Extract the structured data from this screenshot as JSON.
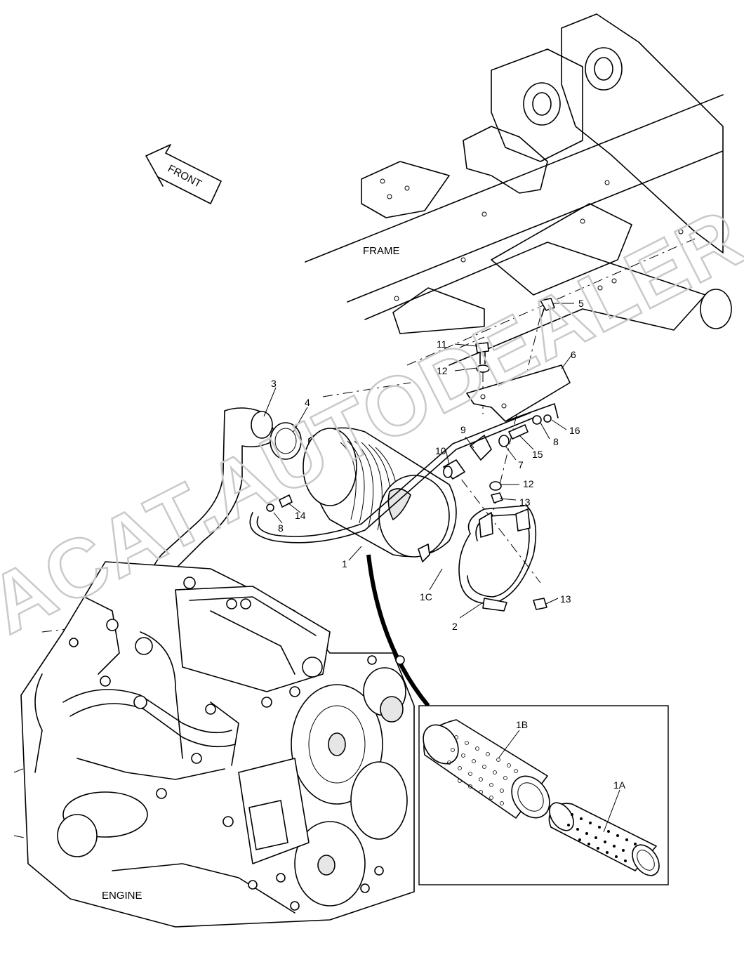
{
  "labels": {
    "front": "FRONT",
    "frame": "FRAME",
    "engine": "ENGINE",
    "watermark": "ACAT.AUTODEALER.RU"
  },
  "callouts": {
    "p1": "1",
    "p1a": "1A",
    "p1b": "1B",
    "p1c": "1C",
    "p2": "2",
    "p3": "3",
    "p4": "4",
    "p5": "5",
    "p6": "6",
    "p7": "7",
    "p8a": "8",
    "p8b": "8",
    "p9": "9",
    "p10": "10",
    "p11": "11",
    "p12a": "12",
    "p12b": "12",
    "p13a": "13",
    "p13b": "13",
    "p14": "14",
    "p15": "15",
    "p16": "16"
  }
}
